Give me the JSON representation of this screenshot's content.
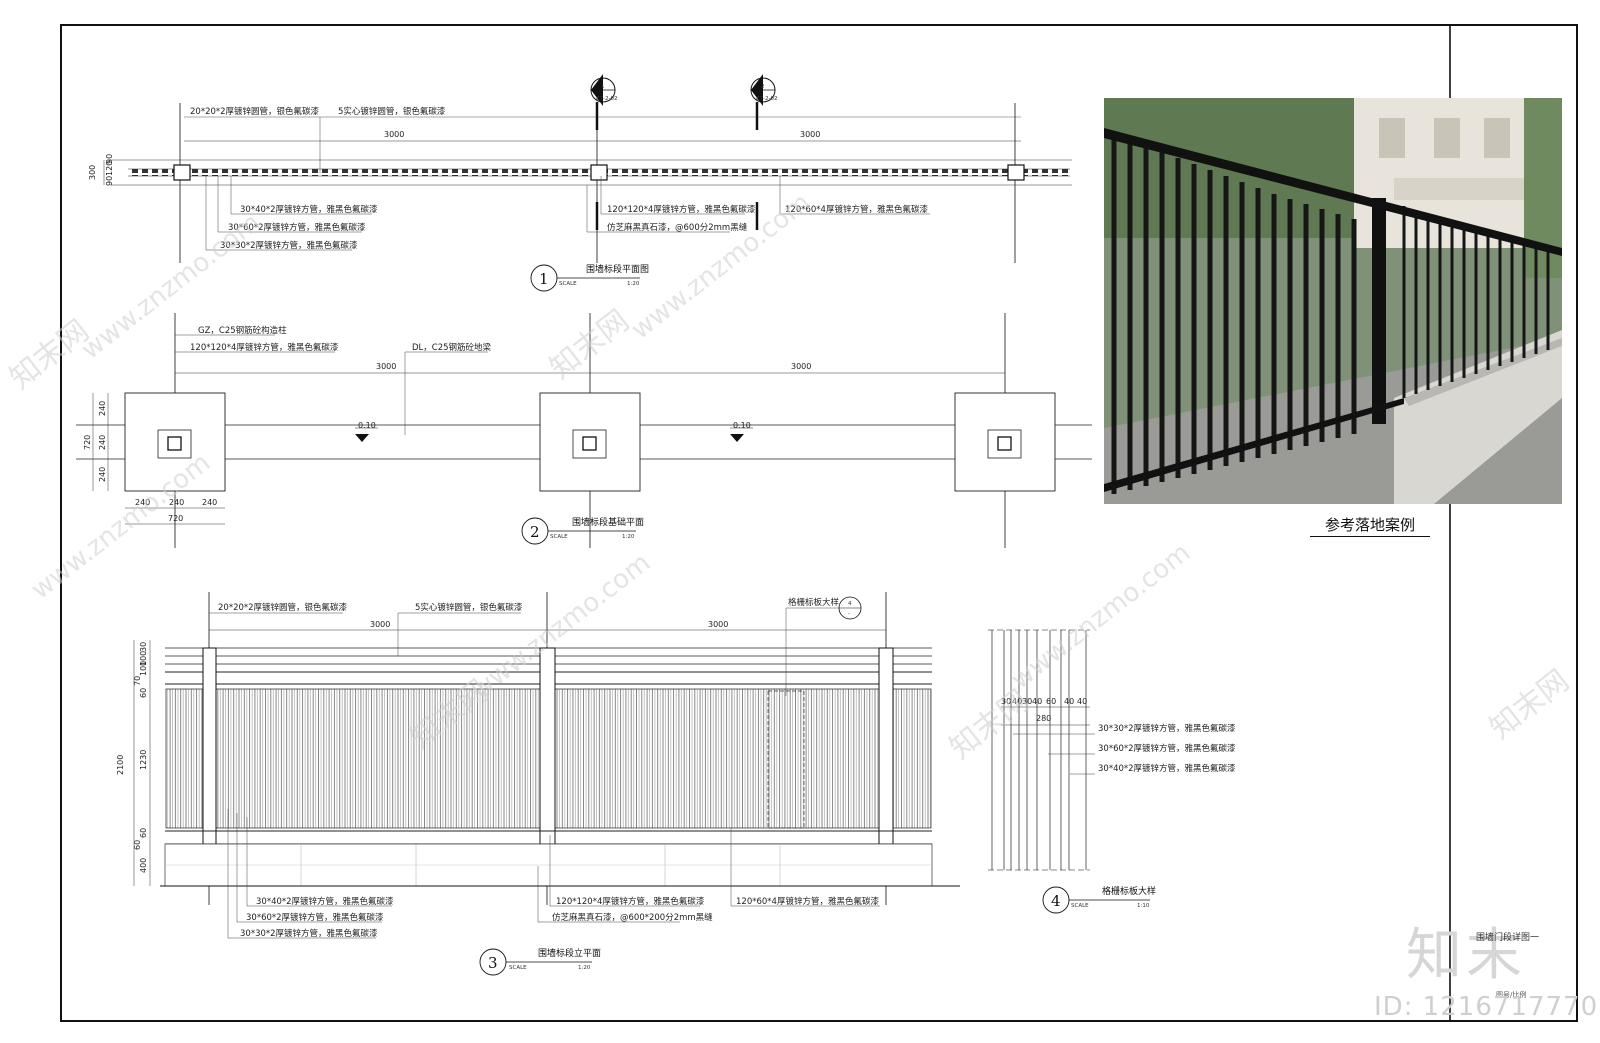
{
  "drawing1": {
    "labels_top": [
      "20*20*2厚镀锌圆管，银色氟碳漆",
      "5实心镀锌圆管，银色氟碳漆"
    ],
    "dims": [
      "3000",
      "3000"
    ],
    "side_dims": [
      "300",
      "90",
      "120",
      "90"
    ],
    "section_marks": [
      {
        "num": "1",
        "ref": "E7-2-02"
      },
      {
        "num": "2",
        "ref": "E7-2-02"
      }
    ],
    "labels_bottom_left": [
      "30*40*2厚镀锌方管，雅黑色氟碳漆",
      "30*60*2厚镀锌方管，雅黑色氟碳漆",
      "30*30*2厚镀锌方管，雅黑色氟碳漆"
    ],
    "labels_bottom_mid": [
      "120*120*4厚镀锌方管，雅黑色氟碳漆",
      "仿芝麻黑真石漆，@600分2mm黑缝"
    ],
    "labels_bottom_right": [
      "120*60*4厚镀锌方管，雅黑色氟碳漆"
    ],
    "title": {
      "num": "1",
      "name": "围墙标段平面图",
      "scale_word": "SCALE",
      "scale": "1:20"
    }
  },
  "drawing2": {
    "labels_top": [
      "GZ，C25钢筋砼构造柱",
      "120*120*4厚镀锌方管，雅黑色氟碳漆",
      "DL，C25钢筋砼地梁"
    ],
    "dims": [
      "3000",
      "3000"
    ],
    "side_dims": [
      "240",
      "240",
      "240",
      "720"
    ],
    "bottom_dims": [
      "240",
      "240",
      "240",
      "720"
    ],
    "levels": [
      "0.10",
      "0.10"
    ],
    "title": {
      "num": "2",
      "name": "围墙标段基础平面",
      "scale_word": "SCALE",
      "scale": "1:20"
    }
  },
  "drawing3": {
    "labels_top": [
      "20*20*2厚镀锌圆管，银色氟碳漆",
      "5实心镀锌圆管，银色氟碳漆"
    ],
    "dims": [
      "3000",
      "3000"
    ],
    "side_dims": [
      "30",
      "100",
      "100",
      "70",
      "60",
      "1230",
      "60",
      "60",
      "400",
      "2100"
    ],
    "detail_mark": {
      "label": "格栅标板大样",
      "num": "4",
      "ref": "-"
    },
    "labels_bottom_left": [
      "30*40*2厚镀锌方管，雅黑色氟碳漆",
      "30*60*2厚镀锌方管，雅黑色氟碳漆",
      "30*30*2厚镀锌方管，雅黑色氟碳漆"
    ],
    "labels_bottom_mid": [
      "120*120*4厚镀锌方管，雅黑色氟碳漆",
      "仿芝麻黑真石漆，@600*200分2mm黑缝"
    ],
    "labels_bottom_right": [
      "120*60*4厚镀锌方管，雅黑色氟碳漆"
    ],
    "title": {
      "num": "3",
      "name": "围墙标段立平面",
      "scale_word": "SCALE",
      "scale": "1:20"
    }
  },
  "drawing4": {
    "dims": [
      "30",
      "40",
      "30",
      "40",
      "60",
      "40",
      "40",
      "280"
    ],
    "labels": [
      "30*30*2厚镀锌方管，雅黑色氟碳漆",
      "30*60*2厚镀锌方管，雅黑色氟碳漆",
      "30*40*2厚镀锌方管，雅黑色氟碳漆"
    ],
    "title": {
      "num": "4",
      "name": "格栅标板大样",
      "scale_word": "SCALE",
      "scale": "1:10"
    }
  },
  "photo": {
    "caption": "参考落地案例"
  },
  "title_block": {
    "sheet_title": "围墙门段详图一",
    "scale_note": "图号/比例"
  },
  "watermark": {
    "site": "www.znzmo.com",
    "brand_cn": "知末网",
    "logo": "知末",
    "id": "ID: 1216717770"
  }
}
